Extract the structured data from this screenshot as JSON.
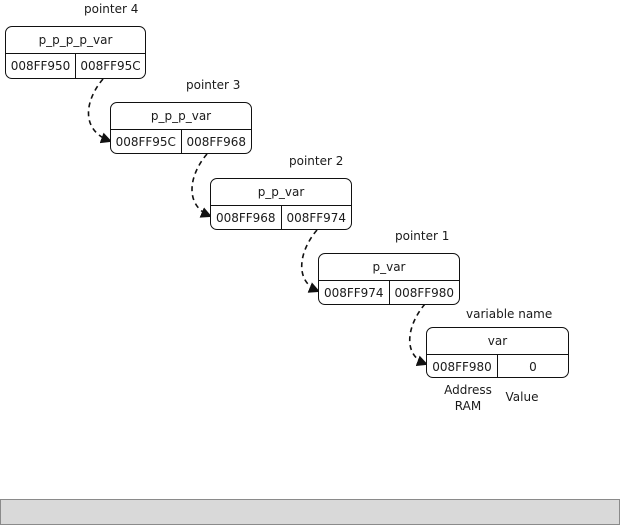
{
  "nodes": [
    {
      "id": "p4",
      "caption": "pointer 4",
      "name": "p_p_p_p_var",
      "address": "008FF950",
      "value": "008FF95C"
    },
    {
      "id": "p3",
      "caption": "pointer 3",
      "name": "p_p_p_var",
      "address": "008FF95C",
      "value": "008FF968"
    },
    {
      "id": "p2",
      "caption": "pointer 2",
      "name": "p_p_var",
      "address": "008FF968",
      "value": "008FF974"
    },
    {
      "id": "p1",
      "caption": "pointer 1",
      "name": "p_var",
      "address": "008FF974",
      "value": "008FF980"
    },
    {
      "id": "v",
      "caption": "variable name",
      "name": "var",
      "address": "008FF980",
      "value": "0"
    }
  ],
  "legend": {
    "address_line1": "Address",
    "address_line2": "RAM",
    "value": "Value"
  },
  "colors": {
    "stroke": "#111111",
    "footer_bar": "#d9d9d9"
  }
}
